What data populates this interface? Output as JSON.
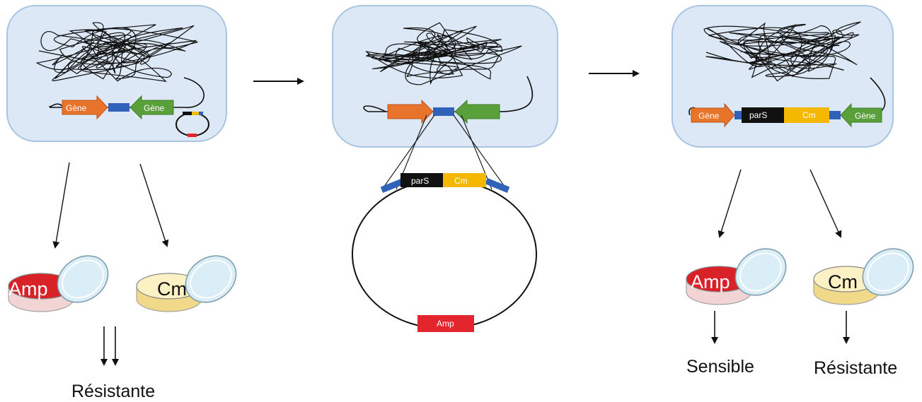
{
  "colors": {
    "cell_fill": "#dce8f5",
    "cell_stroke": "#a8c6e4",
    "orange": "#e8732a",
    "green": "#5aa03a",
    "blue": "#2f62b8",
    "black": "#111111",
    "yellow": "#f5b800",
    "red": "#e3262e",
    "plate_cm": "#fbf1c5",
    "plate_red": "#d92128",
    "lid": "#d9eef6"
  },
  "panel1": {
    "gene_left": "Gène",
    "gene_right": "Gène",
    "plate_amp": "Amp",
    "plate_cm": "Cm",
    "result": "Résistante"
  },
  "panel2": {
    "cassette_pars": "parS",
    "cassette_cm": "Cm",
    "plasmid_amp": "Amp"
  },
  "panel3": {
    "gene_left": "Gène",
    "cassette_pars": "parS",
    "cassette_cm": "Cm",
    "gene_right": "Gène",
    "plate_amp": "Amp",
    "plate_cm": "Cm",
    "result_amp": "Sensible",
    "result_cm": "Résistante"
  }
}
